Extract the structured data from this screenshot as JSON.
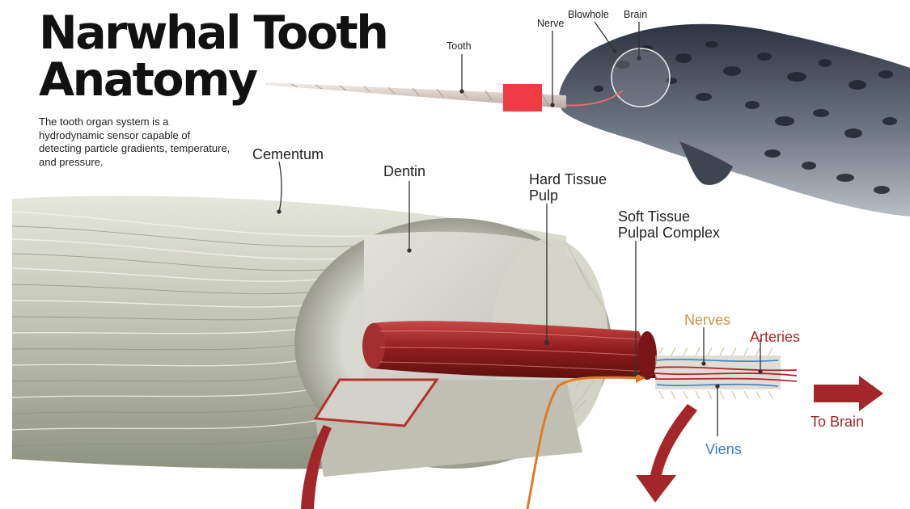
{
  "title_line1": "Narwhal Tooth",
  "title_line2": "Anatomy",
  "description": "The tooth organ system is a hydrodynamic sensor capable of detecting particle gradients, temperature, and pressure.",
  "labels": {
    "tooth": "Tooth",
    "nerve": "Nerve",
    "blowhole": "Blowhole",
    "brain": "Brain",
    "cementum": "Cementum",
    "dentin": "Dentin",
    "hard_tissue_1": "Hard Tissue",
    "hard_tissue_2": "Pulp",
    "soft_tissue_1": "Soft Tissue",
    "soft_tissue_2": "Pulpal Complex",
    "nerves": "Nerves",
    "arteries": "Arteries",
    "viens": "Viens",
    "to_brain": "To Brain"
  },
  "colors": {
    "nerves": "#c9974a",
    "arteries": "#b3262b",
    "viens": "#3f7fc0",
    "arrow": "#a2262a",
    "pulp": "#8e1c1c",
    "cementum": "#c9c9b8"
  }
}
